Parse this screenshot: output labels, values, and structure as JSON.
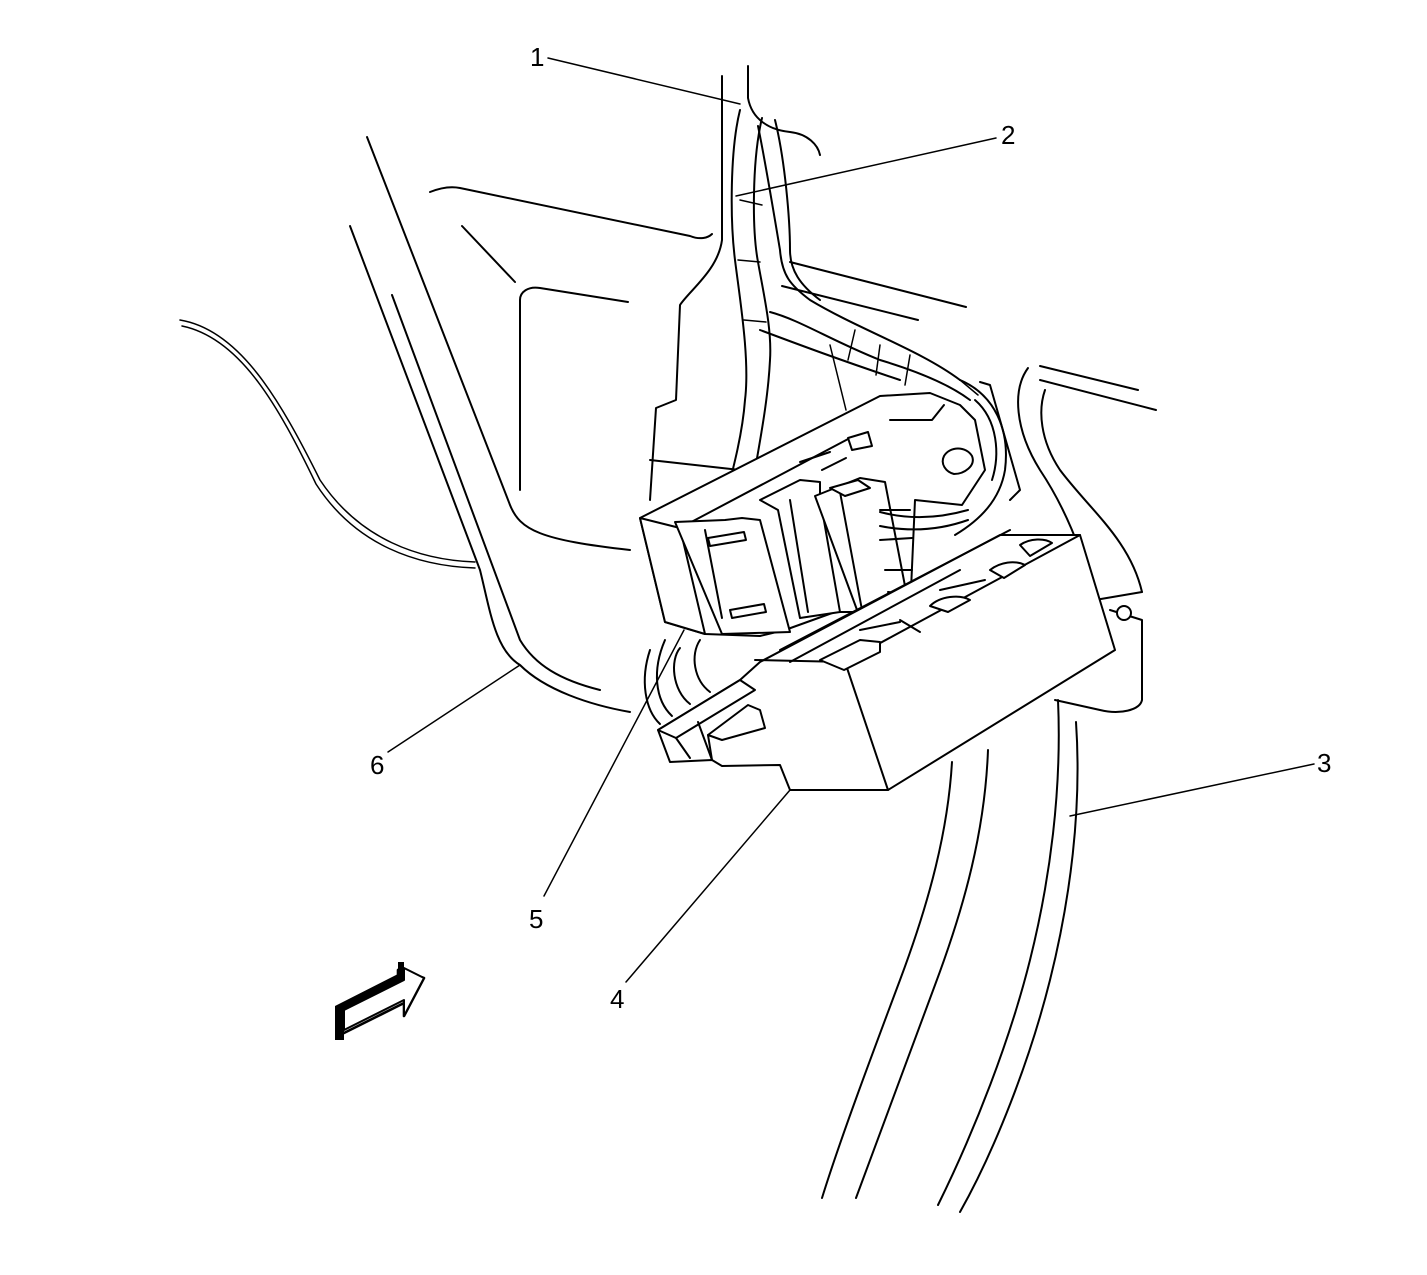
{
  "callouts": [
    {
      "id": "1",
      "label": "1"
    },
    {
      "id": "2",
      "label": "2"
    },
    {
      "id": "3",
      "label": "3"
    },
    {
      "id": "4",
      "label": "4"
    },
    {
      "id": "5",
      "label": "5"
    },
    {
      "id": "6",
      "label": "6"
    }
  ],
  "icons": {
    "view_arrow": "view-direction-arrow-icon"
  },
  "colors": {
    "line": "#000000",
    "background": "#ffffff"
  }
}
